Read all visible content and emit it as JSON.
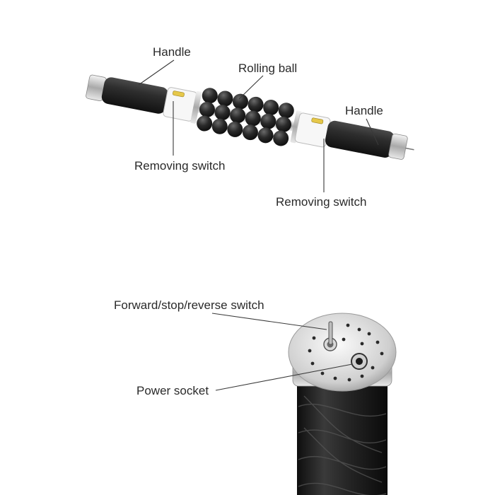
{
  "top_diagram": {
    "labels": {
      "handle_left": "Handle",
      "rolling_ball": "Rolling ball",
      "handle_right": "Handle",
      "removing_switch_left": "Removing switch",
      "removing_switch_right": "Removing switch"
    }
  },
  "bottom_diagram": {
    "labels": {
      "switch": "Forward/stop/reverse switch",
      "power_socket": "Power socket"
    }
  },
  "colors": {
    "background": "#ffffff",
    "rubber": "#2b2b2b",
    "ball": "#1e1e1e",
    "chrome": "#cfcfcf",
    "switch_accent": "#e6c84a",
    "text": "#2a2a2a"
  }
}
